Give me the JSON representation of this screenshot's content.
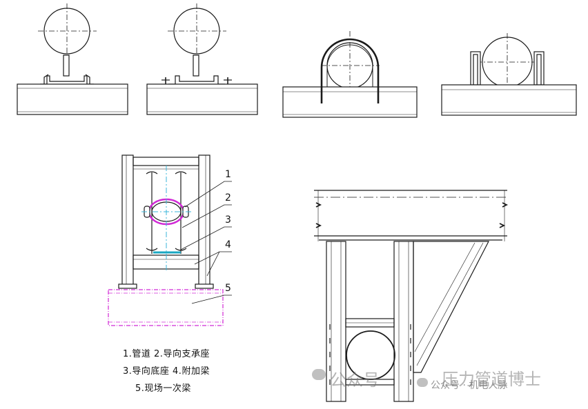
{
  "callouts": [
    "1",
    "2",
    "3",
    "4",
    "5"
  ],
  "legend": {
    "line1": "1.管道 2.导向支承座",
    "line2": "3.导向底座 4.附加梁",
    "line3": "5.现场一次梁"
  },
  "watermark": {
    "left": "公众号",
    "right_title": "压力管道博士",
    "right_sub": "公众号 · 机电人脉"
  },
  "colors": {
    "line": "#1a1a1a",
    "centerline": "#39b6d8",
    "beam_outline": "#d12ad6",
    "dim_gray": "#555555"
  }
}
